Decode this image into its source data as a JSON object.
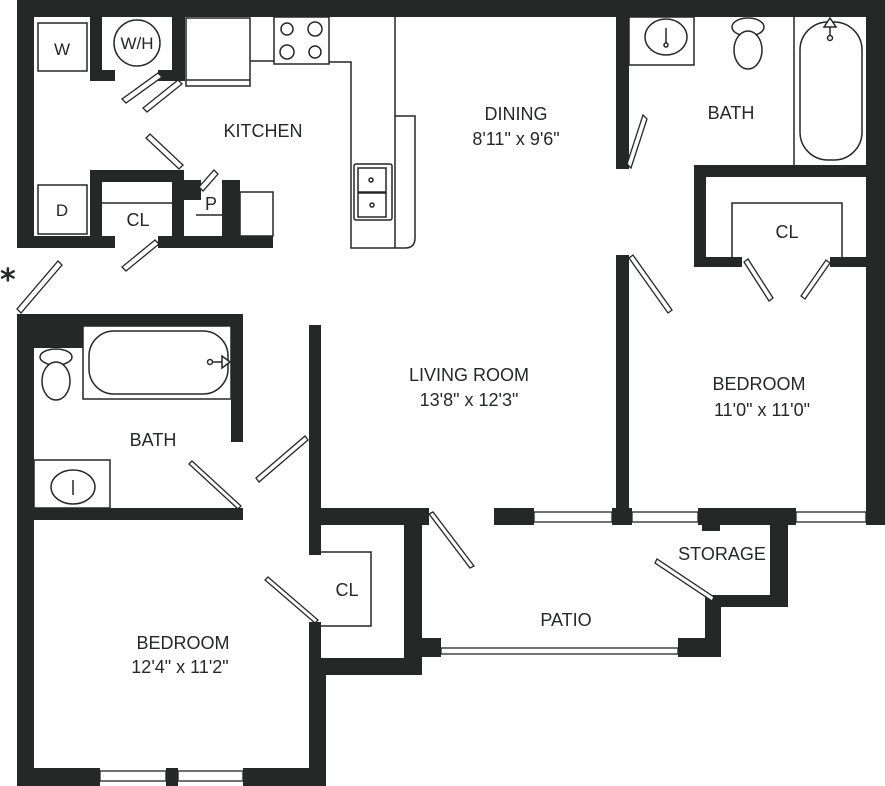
{
  "floor_plan": {
    "marker": "*",
    "colors": {
      "wall": "#262727",
      "background": "#ffffff"
    },
    "rooms": {
      "kitchen": {
        "name": "KITCHEN"
      },
      "dining": {
        "name": "DINING",
        "size": "8'11\" x 9'6\""
      },
      "bath_master": {
        "name": "BATH"
      },
      "closet_master": {
        "name": "CL"
      },
      "bedroom_right": {
        "name": "BEDROOM",
        "size": "11'0\" x 11'0\""
      },
      "living_room": {
        "name": "LIVING ROOM",
        "size": "13'8\" x 12'3\""
      },
      "bath_left": {
        "name": "BATH"
      },
      "bedroom_left": {
        "name": "BEDROOM",
        "size": "12'4\" x 11'2\""
      },
      "closet_left": {
        "name": "CL"
      },
      "closet_kitchen": {
        "name": "CL"
      },
      "pantry": {
        "name": "P"
      },
      "patio": {
        "name": "PATIO"
      },
      "storage": {
        "name": "STORAGE"
      }
    },
    "appliances": {
      "washer": "W",
      "water_heater": "W/H",
      "dryer": "D"
    }
  }
}
